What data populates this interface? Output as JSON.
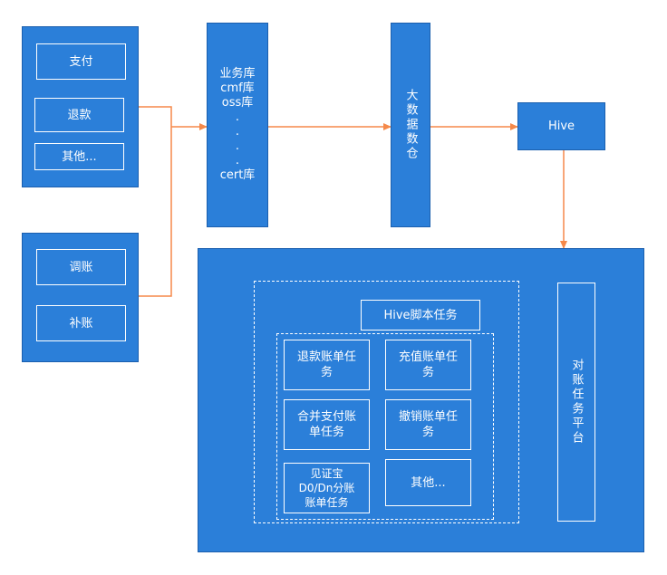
{
  "colors": {
    "box_fill": "#2b7fd9",
    "arrow": "#f5894a",
    "inner_border": "#ffffff"
  },
  "group1": {
    "items": [
      "支付",
      "退款",
      "其他..."
    ]
  },
  "group2": {
    "items": [
      "调账",
      "补账"
    ]
  },
  "db_box": {
    "lines": [
      "业务库",
      "cmf库",
      "oss库",
      ".",
      ".",
      ".",
      ".",
      "cert库"
    ]
  },
  "warehouse": {
    "label": "大数据数仓"
  },
  "hive": {
    "label": "Hive"
  },
  "platform": {
    "hive_script_task": "Hive脚本任务",
    "tasks": [
      "退款账单任务",
      "充值账单任务",
      "合并支付账\n单任务",
      "撤销账单任务",
      "见证宝\nD0/Dn分账\n账单任务",
      "其他..."
    ],
    "side_label": "对账任务平台"
  }
}
